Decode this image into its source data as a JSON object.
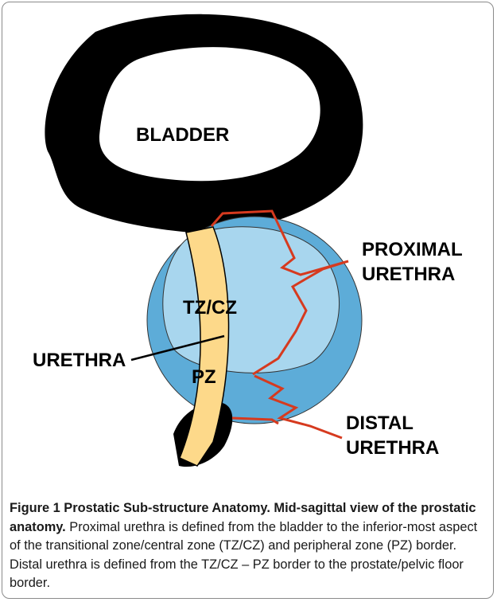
{
  "figure": {
    "labels": {
      "bladder": "BLADDER",
      "tzcz": "TZ/CZ",
      "pz": "PZ",
      "urethra": "URETHRA",
      "proximal_urethra_line1": "PROXIMAL",
      "proximal_urethra_line2": "URETHRA",
      "distal_urethra_line1": "DISTAL",
      "distal_urethra_line2": "URETHRA"
    },
    "colors": {
      "bladder_wall": "#000000",
      "peripheral_zone": "#5dacd8",
      "transitional_central_zone": "#a8d6ee",
      "urethra": "#fdd98a",
      "boundary_lines": "#d63a1f"
    }
  },
  "caption": {
    "label": "Figure 1 Prostatic Sub-structure Anatomy. Mid-sagittal view of the prostatic anatomy.",
    "text": " Proximal urethra is defined from the bladder to the inferior-most aspect of the transitional zone/central zone (TZ/CZ) and peripheral zone (PZ) border. Distal urethra is defined from the TZ/CZ – PZ border to the prostate/pelvic floor border."
  }
}
